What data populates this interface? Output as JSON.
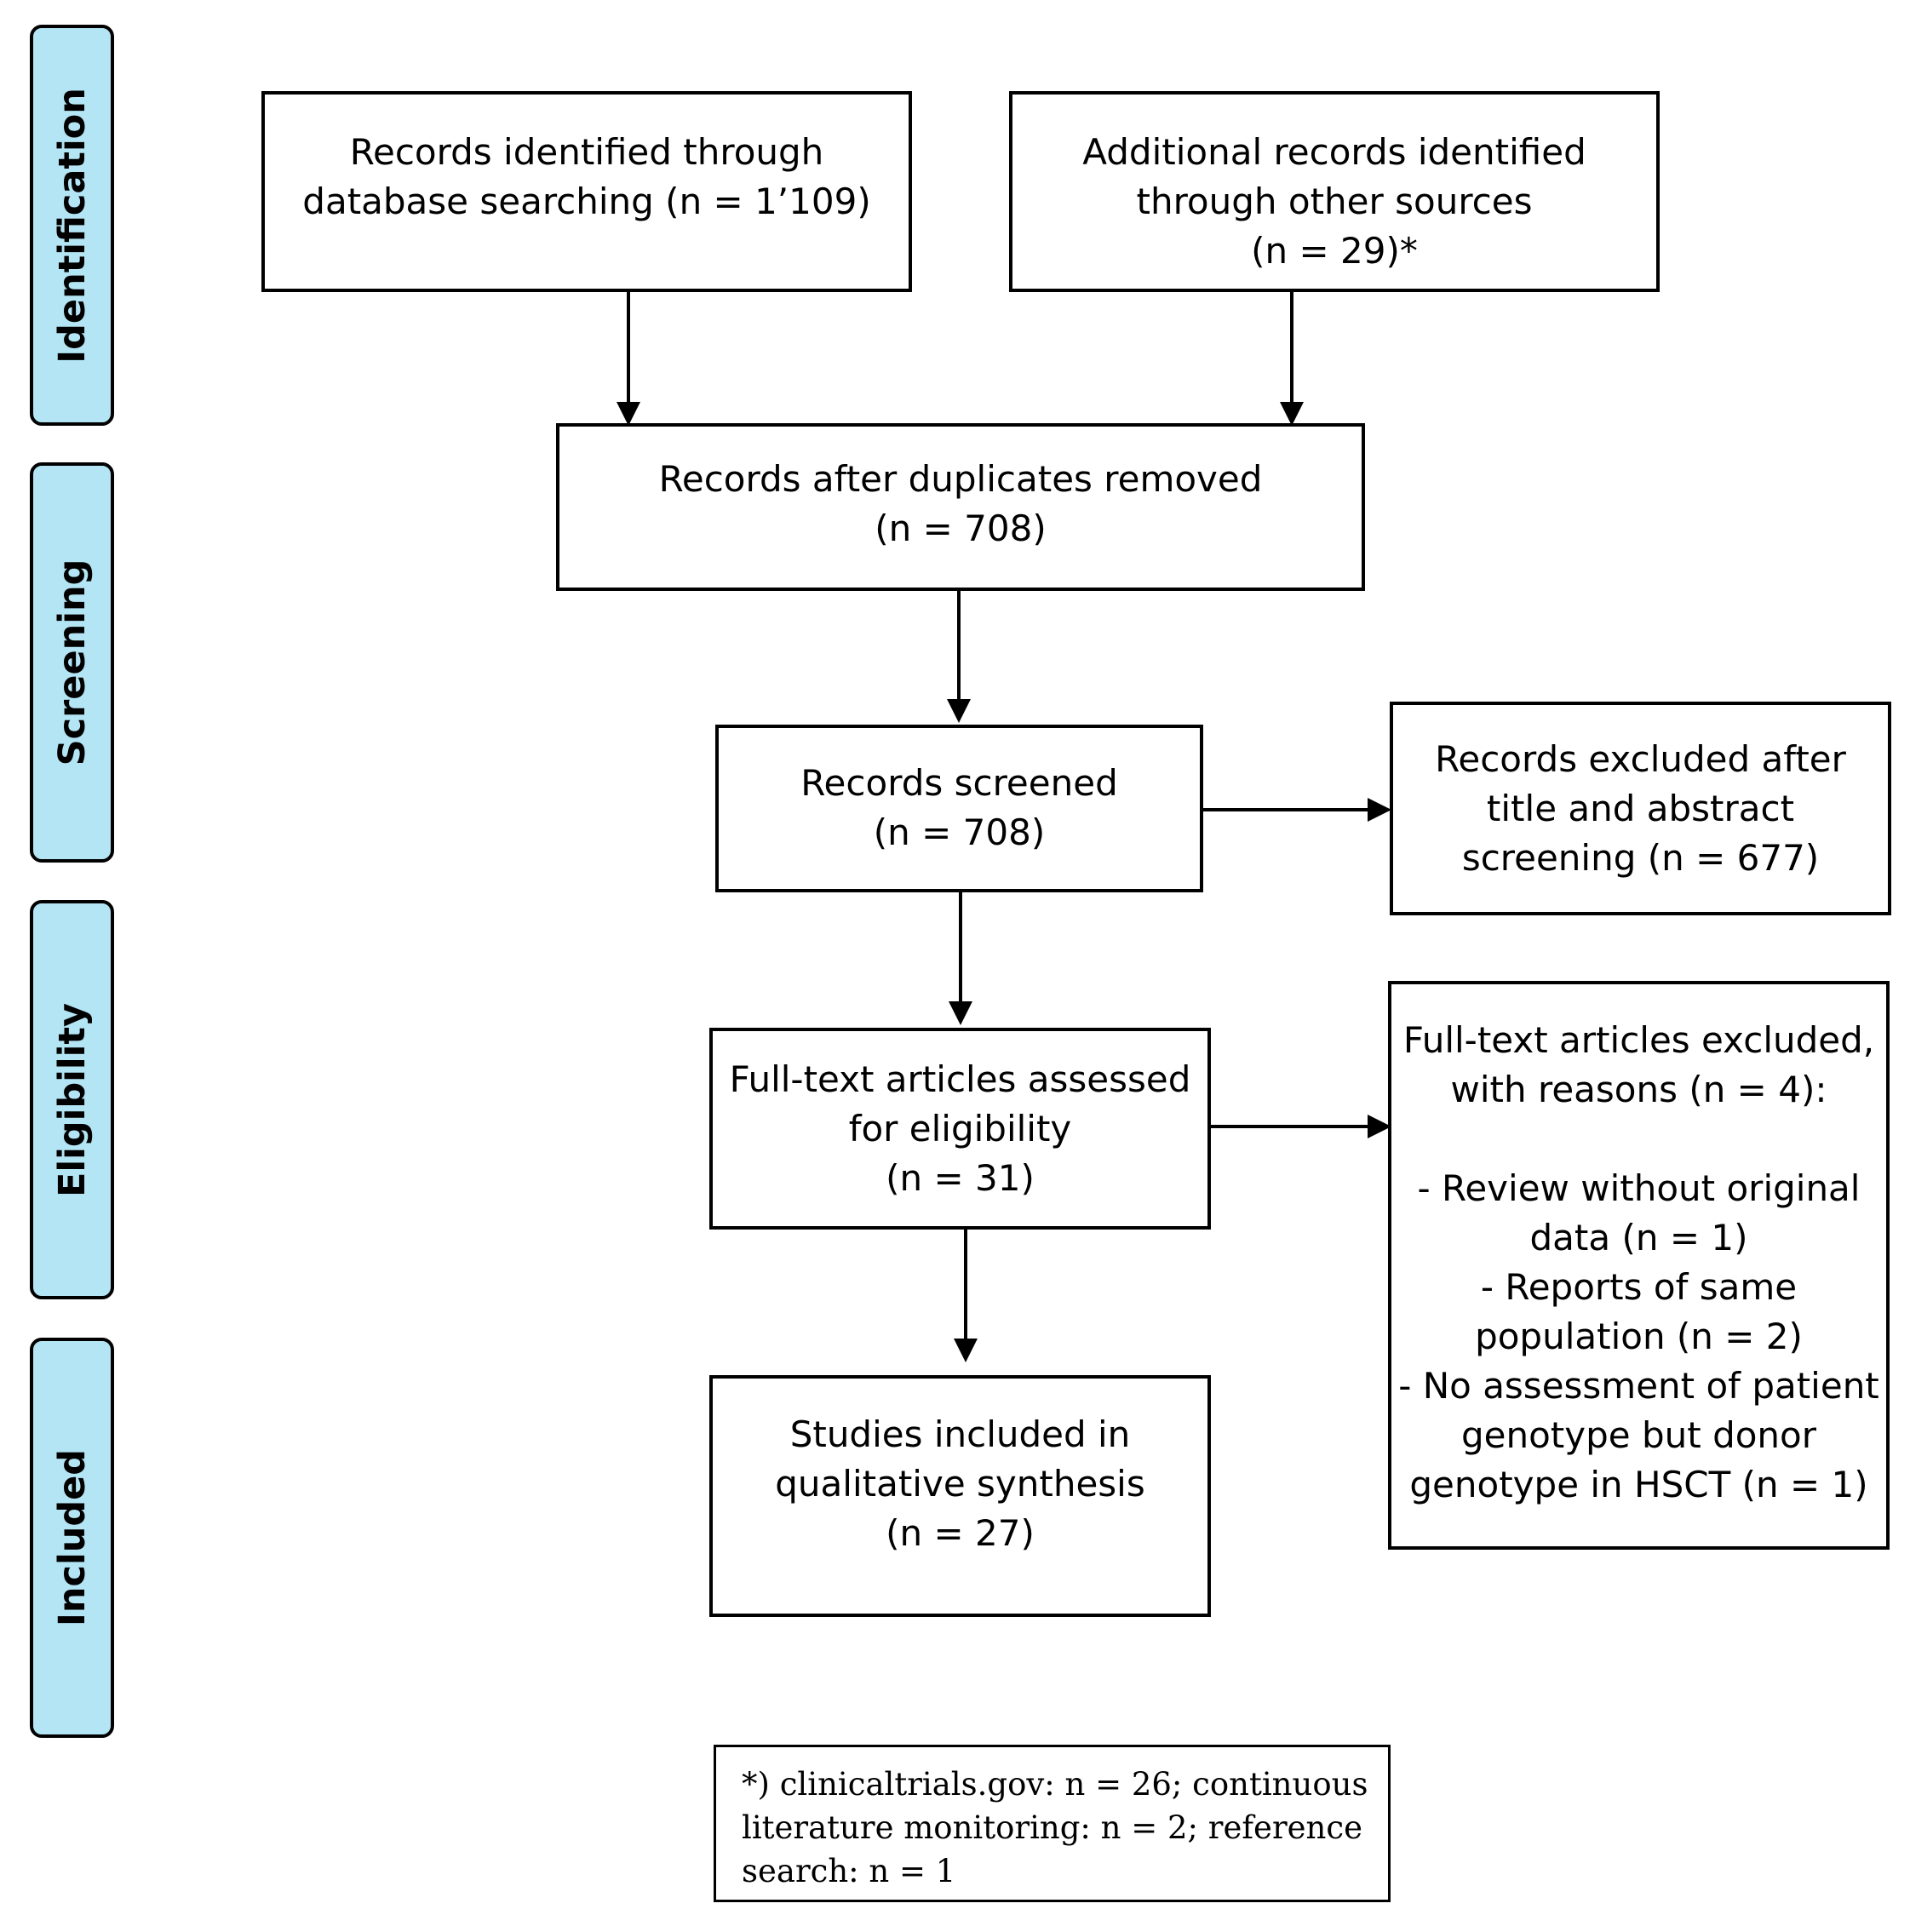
{
  "phases": {
    "identification": "Identification",
    "screening": "Screening",
    "eligibility": "Eligibility",
    "included": "Included"
  },
  "boxes": {
    "database_records": {
      "lines": [
        "Records identified through",
        "database searching (n = 1’109)"
      ]
    },
    "other_records": {
      "lines": [
        "Additional records identified",
        "through other sources",
        "(n = 29)*"
      ]
    },
    "duplicates_removed": {
      "lines": [
        "Records after duplicates removed",
        "(n = 708)"
      ]
    },
    "records_screened": {
      "lines": [
        "Records screened",
        "(n = 708)"
      ]
    },
    "records_excluded": {
      "lines": [
        "Records excluded after",
        "title and abstract",
        "screening (n = 677)"
      ]
    },
    "full_text_assessed": {
      "lines": [
        "Full-text articles assessed",
        "for eligibility",
        "(n = 31)"
      ]
    },
    "full_text_excluded": {
      "lines": [
        "Full-text articles excluded,",
        "with reasons (n = 4):",
        "",
        "- Review without original",
        "data (n = 1)",
        "- Reports of same",
        "population (n = 2)",
        "- No assessment of patient",
        "genotype but donor",
        "genotype in HSCT (n = 1)"
      ]
    },
    "studies_included": {
      "lines": [
        "Studies included in",
        "qualitative synthesis",
        "(n = 27)"
      ]
    }
  },
  "footnote": {
    "lines": [
      "*) clinicaltrials.gov: n = 26; continuous",
      "literature monitoring: n = 2; reference",
      "search:  n = 1"
    ]
  }
}
